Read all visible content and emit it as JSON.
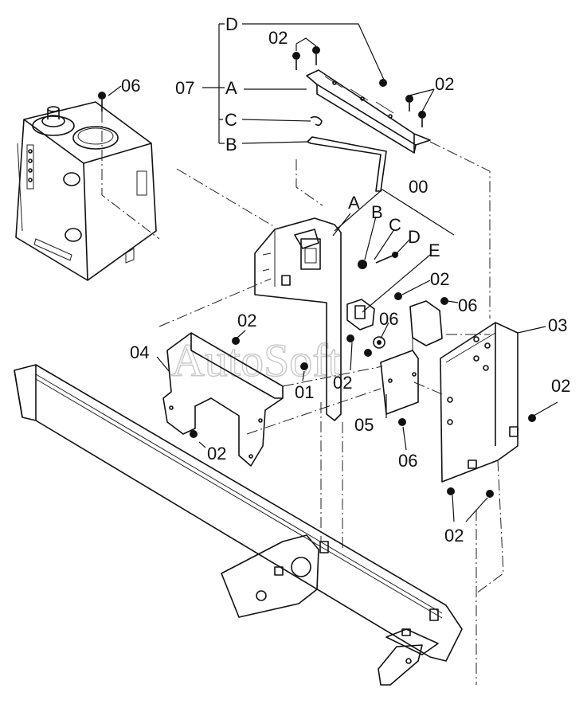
{
  "watermark": "AutoSoft",
  "callouts": {
    "tank_bolt": "06",
    "group_07": "07",
    "sub_a_top": "A",
    "sub_b_top": "B",
    "sub_c_top": "C",
    "sub_d_top": "D",
    "bolt_top_left": "02",
    "bolt_top_right": "02",
    "group_00": "00",
    "sub_a_mid": "A",
    "sub_b_mid": "B",
    "sub_c_mid": "C",
    "sub_d_mid": "D",
    "sub_e_mid": "E",
    "bolt_mid_right": "02",
    "bolt_mid_06": "06",
    "part_03": "03",
    "bolt_center_06": "06",
    "bolt_left_02": "02",
    "part_04": "04",
    "part_01": "01",
    "bolt_center_02": "02",
    "bolt_far_right": "02",
    "part_05": "05",
    "bolt_lower_left": "02",
    "bolt_lower_06": "06",
    "bolt_bottom_right": "02"
  }
}
